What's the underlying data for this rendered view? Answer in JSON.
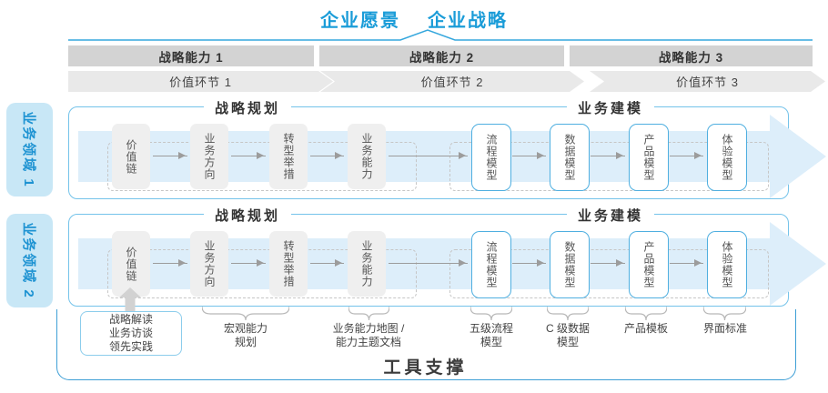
{
  "header": {
    "vision": "企业愿景",
    "strategy": "企业战略"
  },
  "capability_band": [
    "战略能力 1",
    "战略能力 2",
    "战略能力 3"
  ],
  "value_band": [
    "价值环节 1",
    "价值环节 2",
    "价值环节 3"
  ],
  "domains": [
    "业务领域 1",
    "业务领域 2"
  ],
  "rows": [
    {
      "planning_title": "战略规划",
      "modeling_title": "业务建模",
      "boxes": [
        "价值链",
        "业务方向",
        "转型举措",
        "业务能力",
        "流程模型",
        "数据模型",
        "产品模型",
        "体验模型"
      ]
    },
    {
      "planning_title": "战略规划",
      "modeling_title": "业务建模",
      "boxes": [
        "价值链",
        "业务方向",
        "转型举措",
        "业务能力",
        "流程模型",
        "数据模型",
        "产品模型",
        "体验模型"
      ]
    }
  ],
  "annotations": {
    "practice_box": "战略解读\n业务访谈\n领先实践",
    "labels": [
      "宏观能力\n规划",
      "业务能力地图 /\n能力主题文档",
      "五级流程\n模型",
      "C 级数据\n模型",
      "产品模板",
      "界面标准"
    ]
  },
  "footer": {
    "title": "工具支撑"
  },
  "colors": {
    "title_blue": "#1a9cd8",
    "band_gray": "#d3d3d3",
    "value_gray": "#e9e9e9",
    "domain_fill": "#c8e7f6",
    "lane_border": "#74c3ea",
    "arrow_fill": "#ddeefa",
    "node_gray": "#efefef",
    "node_blue_border": "#4fafe0",
    "tool_border": "#3e9fd6"
  }
}
